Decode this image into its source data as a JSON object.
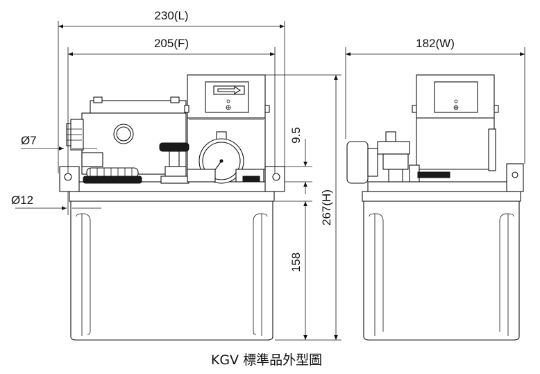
{
  "dimensions": {
    "overall_length": "230(L)",
    "flange_length": "205(F)",
    "width": "182(W)",
    "height": "267(H)",
    "tank_height": "158",
    "offset": "9.5",
    "hole_small": "Ø7",
    "hole_large": "Ø12"
  },
  "caption": "KGV 標準品外型圖"
}
